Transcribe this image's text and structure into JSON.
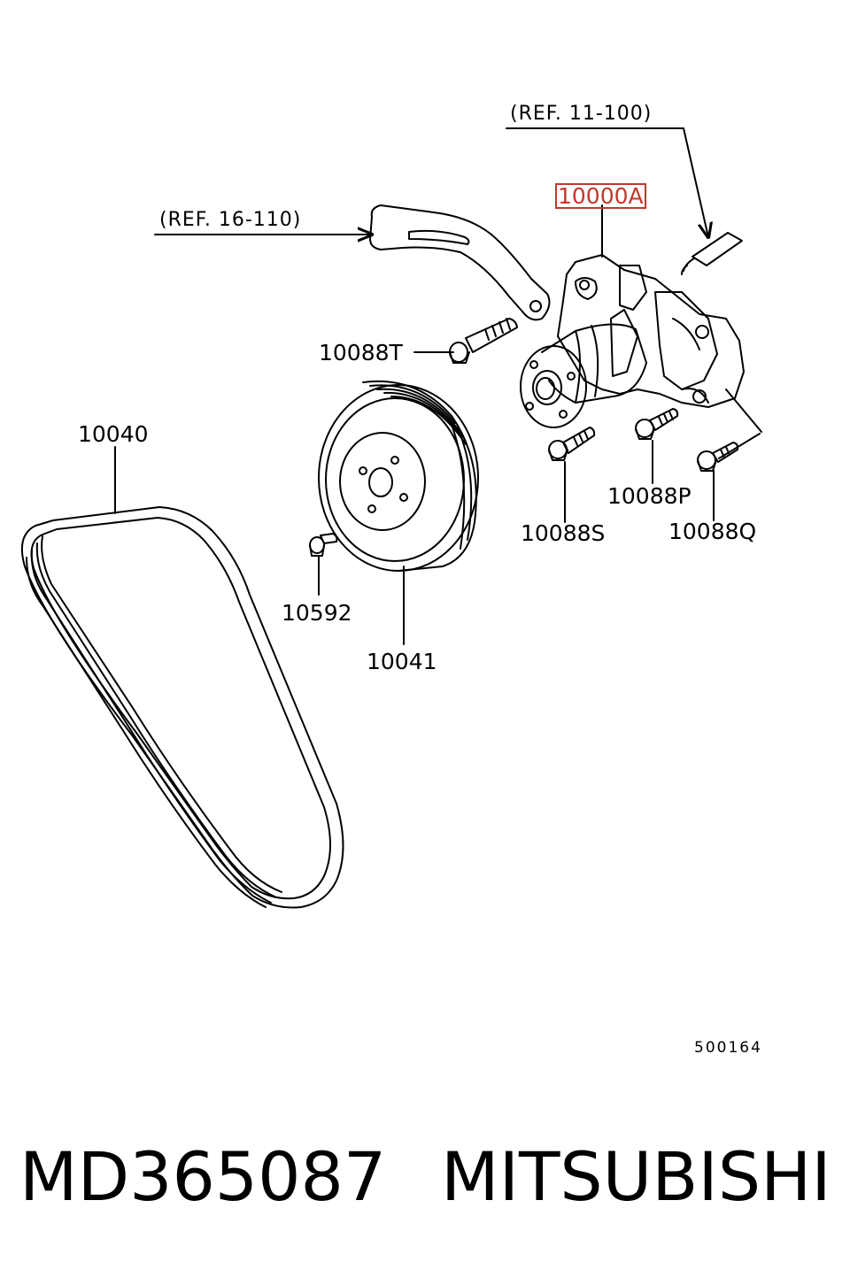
{
  "references": {
    "ref_top": "(REF. 11-100)",
    "ref_left": "(REF. 16-110)"
  },
  "parts": {
    "water_pump": "10000A",
    "bolt_t": "10088T",
    "bolt_p": "10088P",
    "bolt_s": "10088S",
    "bolt_q": "10088Q",
    "belt": "10040",
    "bolt_pulley": "10592",
    "pulley": "10041"
  },
  "diagram_code": "500164",
  "footer": {
    "part_number": "MD365087",
    "brand": "MITSUBISHI"
  },
  "colors": {
    "highlight": "#c0392b",
    "line": "#000000"
  }
}
